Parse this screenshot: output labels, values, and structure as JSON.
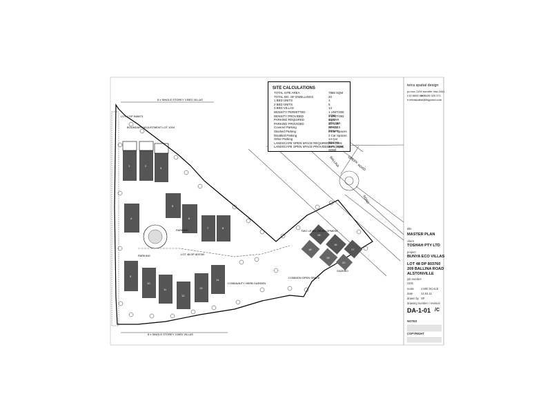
{
  "site_calculations": {
    "title": "SITE CALCULATIONS",
    "rows": [
      {
        "label": "TOTAL SITE AREA",
        "value": "7868 SQM"
      },
      {
        "label": "TOTAL NO. OF DWELLINGS",
        "value": "20"
      },
      {
        "label": "1 BED UNITS",
        "value": "1"
      },
      {
        "label": "2 BED UNITS",
        "value": "5"
      },
      {
        "label": "3 BED VILLAS",
        "value": "14"
      },
      {
        "label": "DENSITY PERMITTED",
        "value": "1 UNIT/300 SQM"
      },
      {
        "label": "DENSITY PROVIDED",
        "value": "1 UNIT/393 SQM"
      },
      {
        "label": "PARKING REQUIRED",
        "value": "44 CAR SPACES"
      },
      {
        "label": "PARKING PROVIDED",
        "value": "44 CAR SPACES"
      },
      {
        "label": "Covered Parking",
        "value": "20 Car Spaces"
      },
      {
        "label": "Stacked Parking",
        "value": "8 Car Spaces"
      },
      {
        "label": "Disabled Parking",
        "value": "2 Car Spaces"
      },
      {
        "label": "Other Parking",
        "value": "14 Car Spaces"
      },
      {
        "label": "LANDSCAPE OPEN SPACE REQUIRED",
        "value": "25% (MIN 1971 SQM)"
      },
      {
        "label": "LANDSCAPE OPEN SPACE PROVIDED",
        "value": "46% (3656 SQM)"
      }
    ]
  },
  "firm": {
    "name": "terra spatial design",
    "address": "po box 1194 bonville nsw 2441",
    "phone": "t 02 6655 0007",
    "mobile": "m 0428 020 371",
    "email": "e terraspatial@bigpond.com"
  },
  "title_block": {
    "title_label": "title",
    "title_value": "MASTER PLAN",
    "client_label": "client",
    "client_value": "TOSHAH PTY LTD",
    "project_label": "project",
    "project_value": "BUNYA ECO VILLAS",
    "lot_line": "LOT 48 DP 803760",
    "address_line": "209 BALLINA ROAD",
    "suburb_line": "ALSTONVILLE",
    "job_label": "job number",
    "job_value": "1101",
    "scale_label": "scale",
    "scale_value": "1:500 SCALE",
    "date_label": "date",
    "date_value": "14.04.11",
    "drawn_label": "drawn by",
    "drawn_value": "SP",
    "drawing_label": "drawing number / revision",
    "drawing_value": "DA-1-01",
    "revision_value": "/C",
    "notes_label": "NOTES",
    "copyright_label": "COPYRIGHT"
  },
  "plan_labels": {
    "top_villas": "8 x SINGLE STOREY 3 BED VILLAS",
    "bottom_villas": "8 x SINGLE STOREY 3 BED VILLAS",
    "road_name": "BALLINA",
    "road_name2": "ROAD",
    "side_road": "GREEN",
    "road_suffix": "ROAD",
    "parking": "PARKING",
    "parking2": "PARKING",
    "lot": "LOT 48 DP 803760",
    "two_level": "TWO LEVEL DEVELOPMENT",
    "community_garden": "COMMUNITY HERB GARDEN",
    "common_open": "COMMON OPEN SPACE",
    "gazebo": "GAZEBO",
    "lot_left": "LOT 1 DP 548873",
    "easement": "BOUNDARY ADJUSTMENT LOT 1004"
  },
  "units": {
    "top_row": [
      "1",
      "2",
      "3"
    ],
    "mid_row": [
      "4",
      "5",
      "6",
      "7",
      "8"
    ],
    "bottom_row": [
      "9",
      "10",
      "11",
      "12",
      "13",
      "14"
    ],
    "apartments": [
      "15",
      "16",
      "17",
      "18",
      "19",
      "20"
    ]
  }
}
